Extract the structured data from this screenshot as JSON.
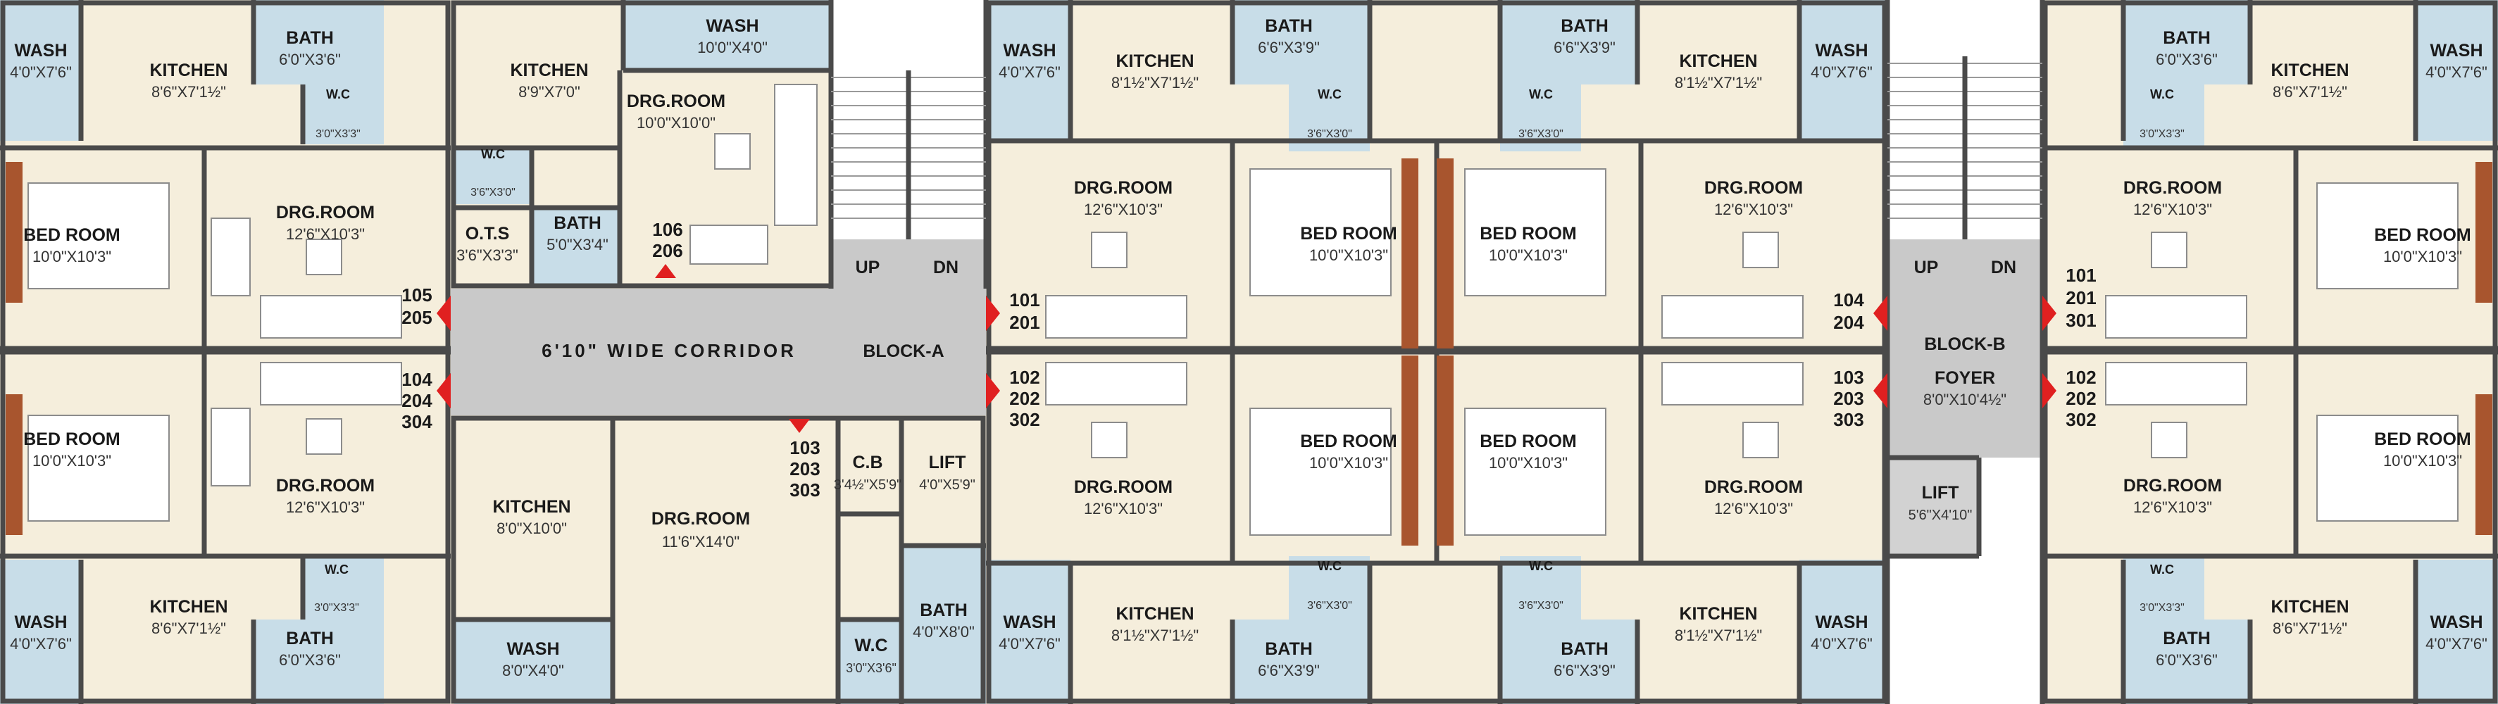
{
  "colors": {
    "room": "#f5eedc",
    "wet": "#c8dde8",
    "corridor": "#c9c9c9",
    "stair": "#e5e5e5",
    "wall": "#4a4a4a",
    "marker": "#e02020",
    "window_brick": "#a8552e"
  },
  "rooms": [
    {
      "name": "WASH",
      "dim": "4'0\"X7'6\""
    },
    {
      "name": "KITCHEN",
      "dim": "8'6\"X7'1½\""
    },
    {
      "name": "BATH",
      "dim": "6'0\"X3'6\""
    },
    {
      "name": "W.C",
      "dim": "3'0\"X3'3\""
    },
    {
      "name": "BED ROOM",
      "dim": "10'0\"X10'3\""
    },
    {
      "name": "DRG.ROOM",
      "dim": "12'6\"X10'3\""
    },
    {
      "name": "BED ROOM",
      "dim": "10'0\"X10'3\""
    },
    {
      "name": "DRG.ROOM",
      "dim": "12'6\"X10'3\""
    },
    {
      "name": "WASH",
      "dim": "4'0\"X7'6\""
    },
    {
      "name": "KITCHEN",
      "dim": "8'6\"X7'1½\""
    },
    {
      "name": "BATH",
      "dim": "6'0\"X3'6\""
    },
    {
      "name": "W.C",
      "dim": "3'0\"X3'3\""
    },
    {
      "name": "KITCHEN",
      "dim": "8'9\"X7'0\""
    },
    {
      "name": "WASH",
      "dim": "10'0\"X4'0\""
    },
    {
      "name": "DRG.ROOM",
      "dim": "10'0\"X10'0\""
    },
    {
      "name": "W.C",
      "dim": "3'6\"X3'0\""
    },
    {
      "name": "O.T.S",
      "dim": "3'6\"X3'3\""
    },
    {
      "name": "BATH",
      "dim": "5'0\"X3'4\""
    },
    {
      "name": "KITCHEN",
      "dim": "8'0\"X10'0\""
    },
    {
      "name": "DRG.ROOM",
      "dim": "11'6\"X14'0\""
    },
    {
      "name": "C.B",
      "dim": "3'4½\"X5'9\""
    },
    {
      "name": "LIFT",
      "dim": "4'0\"X5'9\""
    },
    {
      "name": "WASH",
      "dim": "8'0\"X4'0\""
    },
    {
      "name": "BATH",
      "dim": "4'0\"X8'0\""
    },
    {
      "name": "W.C",
      "dim": "3'0\"X3'6\""
    },
    {
      "name": "WASH",
      "dim": "4'0\"X7'6\""
    },
    {
      "name": "KITCHEN",
      "dim": "8'1½\"X7'1½\""
    },
    {
      "name": "BATH",
      "dim": "6'6\"X3'9\""
    },
    {
      "name": "W.C",
      "dim": "3'6\"X3'0\""
    },
    {
      "name": "DRG.ROOM",
      "dim": "12'6\"X10'3\""
    },
    {
      "name": "BED ROOM",
      "dim": "10'0\"X10'3\""
    },
    {
      "name": "DRG.ROOM",
      "dim": "12'6\"X10'3\""
    },
    {
      "name": "BED ROOM",
      "dim": "10'0\"X10'3\""
    },
    {
      "name": "W.C",
      "dim": "3'6\"X3'0\""
    },
    {
      "name": "WASH",
      "dim": "4'0\"X7'6\""
    },
    {
      "name": "KITCHEN",
      "dim": "8'1½\"X7'1½\""
    },
    {
      "name": "BATH",
      "dim": "6'6\"X3'9\""
    },
    {
      "name": "BATH",
      "dim": "6'6\"X3'9\""
    },
    {
      "name": "KITCHEN",
      "dim": "8'1½\"X7'1½\""
    },
    {
      "name": "WASH",
      "dim": "4'0\"X7'6\""
    },
    {
      "name": "W.C",
      "dim": "3'6\"X3'0\""
    },
    {
      "name": "BED ROOM",
      "dim": "10'0\"X10'3\""
    },
    {
      "name": "DRG.ROOM",
      "dim": "12'6\"X10'3\""
    },
    {
      "name": "BED ROOM",
      "dim": "10'0\"X10'3\""
    },
    {
      "name": "DRG.ROOM",
      "dim": "12'6\"X10'3\""
    },
    {
      "name": "W.C",
      "dim": "3'6\"X3'0\""
    },
    {
      "name": "BATH",
      "dim": "6'6\"X3'9\""
    },
    {
      "name": "KITCHEN",
      "dim": "8'1½\"X7'1½\""
    },
    {
      "name": "WASH",
      "dim": "4'0\"X7'6\""
    },
    {
      "name": "FOYER",
      "dim": "8'0\"X10'4½\""
    },
    {
      "name": "LIFT",
      "dim": "5'6\"X4'10\""
    },
    {
      "name": "BATH",
      "dim": "6'0\"X3'6\""
    },
    {
      "name": "KITCHEN",
      "dim": "8'6\"X7'1½\""
    },
    {
      "name": "WASH",
      "dim": "4'0\"X7'6\""
    },
    {
      "name": "W.C",
      "dim": "3'0\"X3'3\""
    },
    {
      "name": "DRG.ROOM",
      "dim": "12'6\"X10'3\""
    },
    {
      "name": "BED ROOM",
      "dim": "10'0\"X10'3\""
    },
    {
      "name": "DRG.ROOM",
      "dim": "12'6\"X10'3\""
    },
    {
      "name": "BED ROOM",
      "dim": "10'0\"X10'3\""
    },
    {
      "name": "W.C",
      "dim": "3'0\"X3'3\""
    },
    {
      "name": "KITCHEN",
      "dim": "8'6\"X7'1½\""
    },
    {
      "name": "WASH",
      "dim": "4'0\"X7'6\""
    },
    {
      "name": "BATH",
      "dim": "6'0\"X3'6\""
    }
  ],
  "units": [
    [
      "105",
      "205"
    ],
    [
      "104",
      "204",
      "304"
    ],
    [
      "106",
      "206"
    ],
    [
      "103",
      "203",
      "303"
    ],
    [
      "101",
      "201"
    ],
    [
      "102",
      "202",
      "302"
    ],
    [
      "104",
      "204"
    ],
    [
      "103",
      "203",
      "303"
    ],
    [
      "101",
      "201",
      "301"
    ],
    [
      "102",
      "202",
      "302"
    ]
  ],
  "corridor": {
    "label": "6'10\" WIDE CORRIDOR"
  },
  "blocks": {
    "a": "BLOCK-A",
    "b_line1": "BLOCK-B",
    "b_line2": "FOYER"
  },
  "stairs": {
    "up": "UP",
    "dn": "DN"
  }
}
